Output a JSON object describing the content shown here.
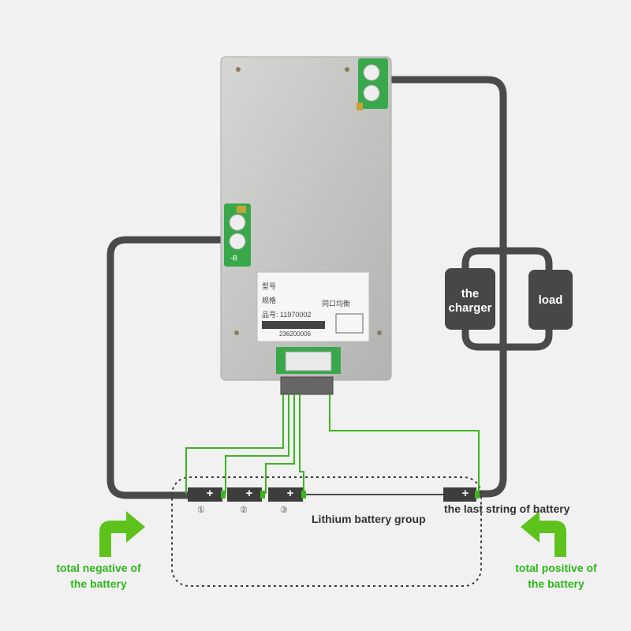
{
  "components": {
    "charger": {
      "label_line1": "the",
      "label_line2": "charger"
    },
    "load": {
      "label": "load"
    }
  },
  "board": {
    "label_lines": [
      "型号",
      "规格",
      "品号: 11970002"
    ],
    "balance_text": "同口均衡",
    "serial": "236200006",
    "terminal_mark": "-B"
  },
  "battery": {
    "group_label": "Lithium battery group",
    "last_string_label": "the last string of battery",
    "cell_sign": "+",
    "cell_numbers": [
      "①",
      "②",
      "③"
    ]
  },
  "annotations": {
    "negative_line1": "total negative of",
    "negative_line2": "the battery",
    "positive_line1": "total positive of",
    "positive_line2": "the battery"
  },
  "colors": {
    "wire_dark": "#4a4a4a",
    "wire_green": "#3cb521",
    "arrow_green": "#5ec21c",
    "label_green": "#2eb71a",
    "box_dark": "#474747"
  }
}
